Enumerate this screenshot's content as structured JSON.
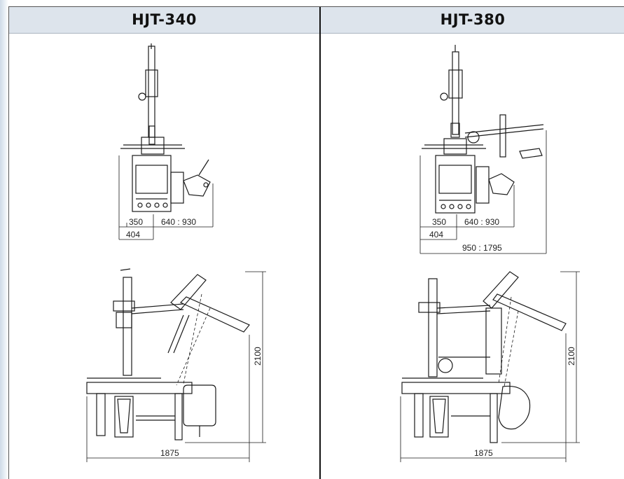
{
  "columns": [
    {
      "header": "HJT-340",
      "front_view": {
        "dims": [
          "350",
          "640 : 930",
          "404"
        ]
      },
      "side_view": {
        "width": "1875",
        "height": "2100"
      }
    },
    {
      "header": "HJT-380",
      "front_view": {
        "dims": [
          "350",
          "640 : 930",
          "404",
          "950 : 1795"
        ]
      },
      "side_view": {
        "width": "1875",
        "height": "2100"
      }
    }
  ],
  "colors": {
    "header_bg": "#dde4ec",
    "line": "#1a1a1a",
    "divider": "#111111"
  }
}
